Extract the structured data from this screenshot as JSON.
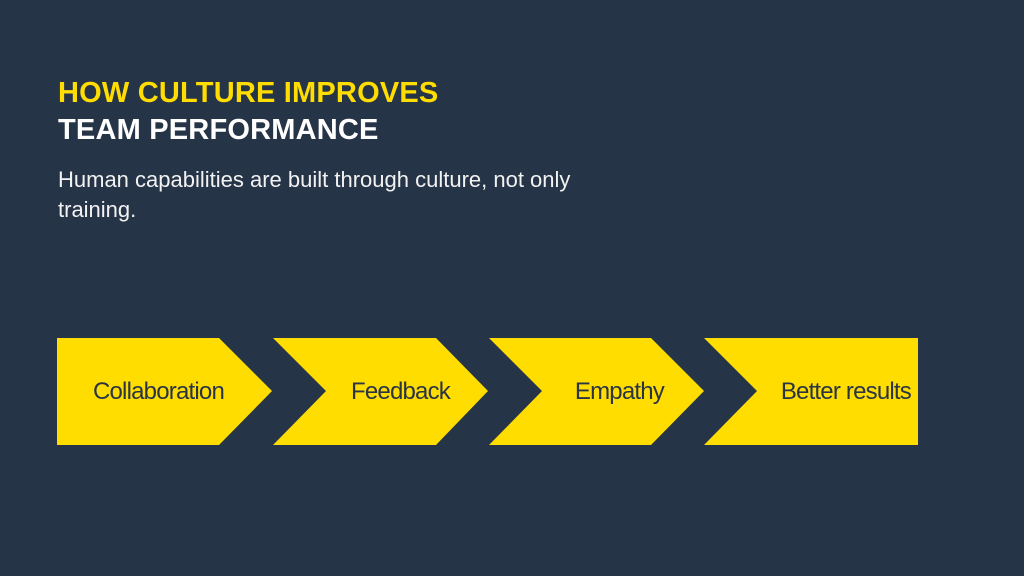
{
  "title_line1": "HOW CULTURE IMPROVES",
  "title_line2": "TEAM PERFORMANCE",
  "subtitle": "Human capabilities are built through culture, not only training.",
  "steps": [
    {
      "label": "Collaboration"
    },
    {
      "label": "Feedback"
    },
    {
      "label": "Empathy"
    },
    {
      "label": "Better results"
    }
  ],
  "colors": {
    "background": "#263447",
    "accent": "#FFDD00",
    "step_text": "#2a3445"
  }
}
